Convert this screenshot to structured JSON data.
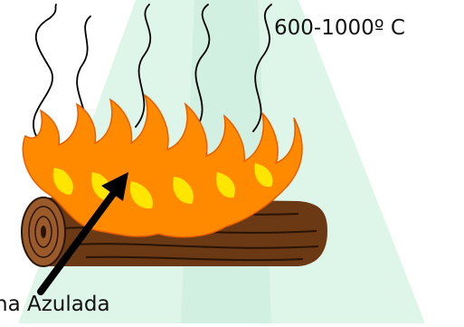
{
  "labels": {
    "temperature": "600-1000º C",
    "flame": "na Azulada"
  },
  "colors": {
    "background": "#ffffff",
    "watermark": "#d8f3e6",
    "smoke": "#000000",
    "flame_outer": "#ff8a00",
    "flame_inner": "#ffe600",
    "log_bark": "#6b3a15",
    "log_end": "#9a5a2a",
    "arrow": "#000000"
  },
  "icons": {
    "watermark": "tree-watermark",
    "fire": "campfire-flames",
    "log": "wooden-log",
    "smoke": "smoke-wisps",
    "pointer": "arrow-pointer"
  }
}
